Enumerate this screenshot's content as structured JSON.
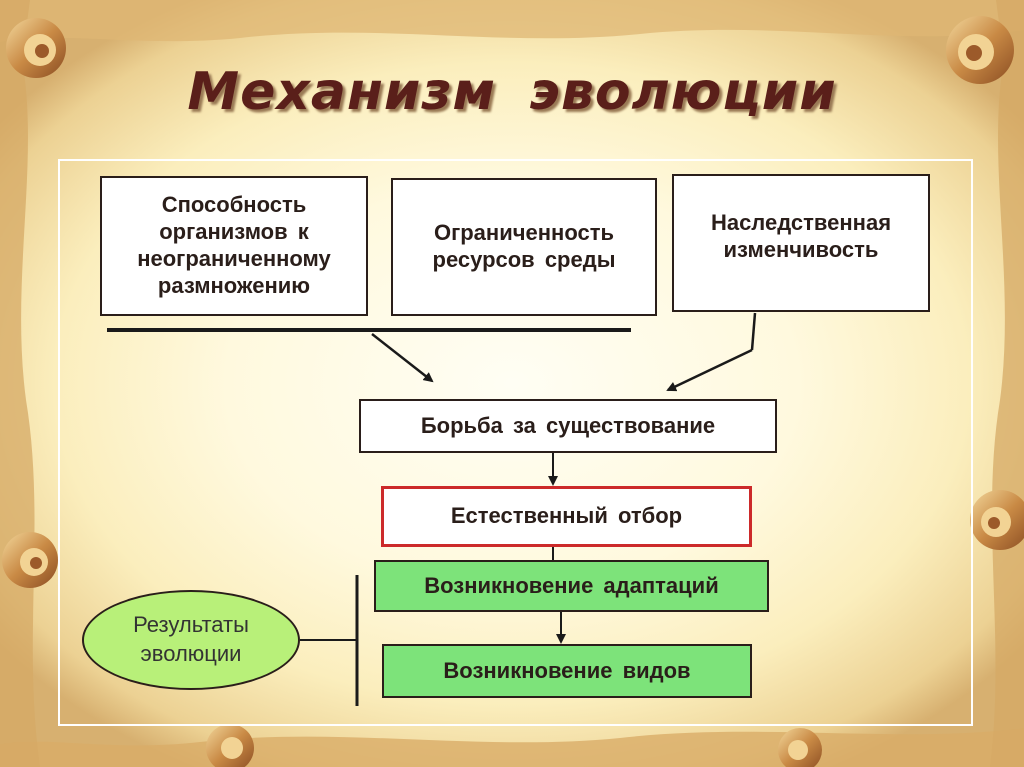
{
  "title": "Механизм  эволюции",
  "causes": [
    {
      "lines": [
        "Способность",
        "организмов  к",
        "неограниченному",
        "размножению"
      ]
    },
    {
      "lines": [
        "Ограниченность",
        "ресурсов  среды"
      ]
    },
    {
      "lines": [
        "Наследственная",
        "изменчивость"
      ]
    }
  ],
  "steps": {
    "struggle": "Борьба  за  существование",
    "selection": "Естественный  отбор",
    "adaptation": "Возникновение  адаптаций",
    "species": "Возникновение  видов"
  },
  "results": {
    "lines": [
      "Результаты",
      "эволюции"
    ]
  },
  "colors": {
    "title": "#5a1f1a",
    "box_border": "#2a1e1a",
    "selection_border": "#cc2a2a",
    "green_fill": "#7de37a",
    "ellipse_fill": "#b8f079"
  }
}
